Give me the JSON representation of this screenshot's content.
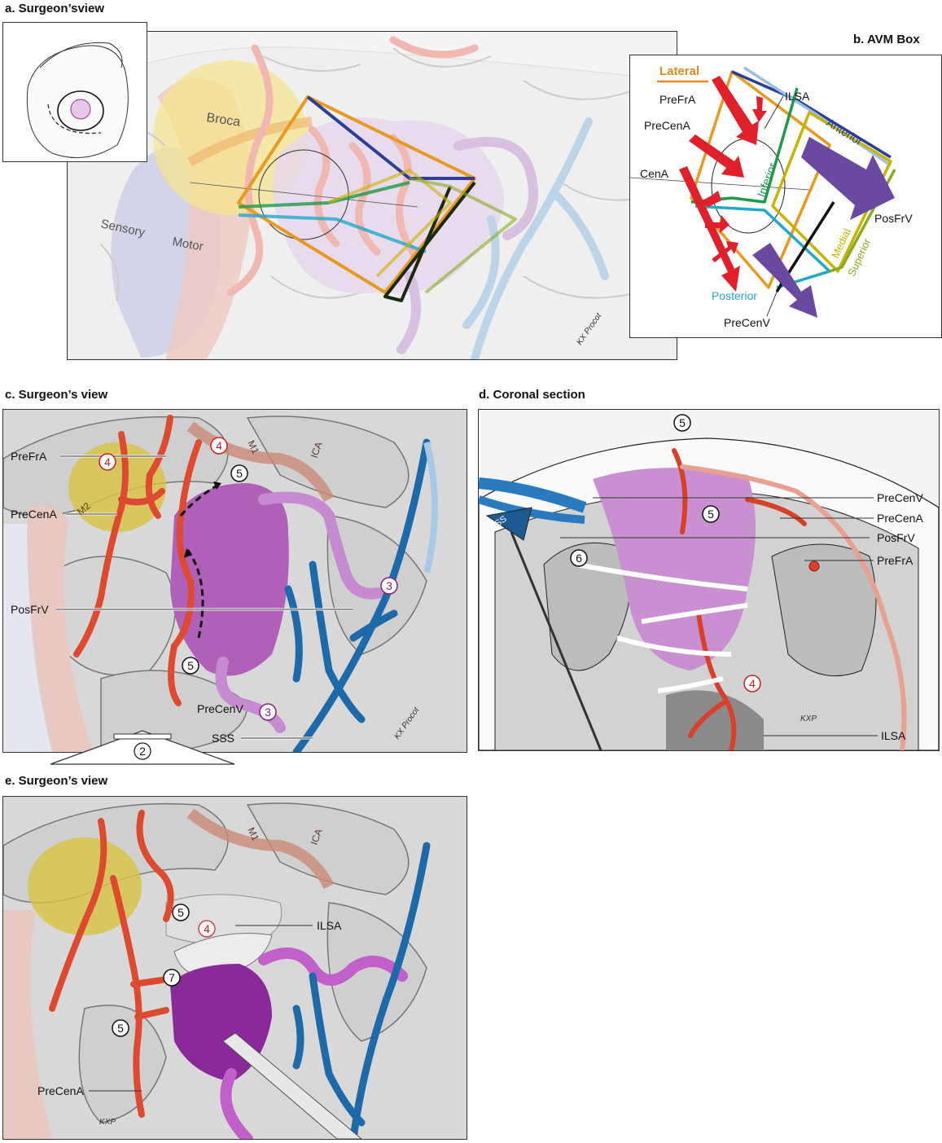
{
  "figure": {
    "panel_a": {
      "title": "a. Surgeon’sview",
      "labels": {
        "broca": "Broca",
        "motor": "Motor",
        "sensory": "Sensory"
      },
      "signature": "KX Procot"
    },
    "panel_b": {
      "title": "b. AVM Box",
      "faces": {
        "lateral": "Lateral",
        "anterior": "Anterior",
        "inferior": "Inferior",
        "medial": "Medial",
        "superior": "Superior",
        "posterior": "Posterior"
      },
      "vessels": {
        "prefra": "PreFrA",
        "precena": "PreCenA",
        "cena": "CenA",
        "ilsa": "ILSA",
        "posfrv": "PosFrV",
        "precenv": "PreCenV"
      },
      "colors": {
        "lateral": "#e8a020",
        "anterior": "#2a3f9a",
        "inferior": "#1e9a4a",
        "medial": "#c8b400",
        "superior": "#8aaa20",
        "posterior": "#20a8c8",
        "artery": "#e0202a",
        "vein": "#6a4aa0"
      }
    },
    "panel_c": {
      "title": "c. Surgeon’s view",
      "labels": {
        "prefra": "PreFrA",
        "precena": "PreCenA",
        "posfrv": "PosFrV",
        "precenv": "PreCenV",
        "sss": "SSS",
        "m1": "M1",
        "m2": "M2",
        "ica": "ICA"
      },
      "markers": [
        "4",
        "4",
        "5",
        "5",
        "3",
        "3",
        "2"
      ],
      "signature": "KX Procot"
    },
    "panel_d": {
      "title": "d. Coronal section",
      "labels": {
        "precenv": "PreCenV",
        "precena": "PreCenA",
        "posfrv": "PosFrV",
        "prefra": "PreFrA",
        "ilsa": "ILSA",
        "sss": "SSS"
      },
      "markers": [
        "5",
        "5",
        "6",
        "4"
      ],
      "signature": "KXP"
    },
    "panel_e": {
      "title": "e. Surgeon’s view",
      "labels": {
        "ilsa": "ILSA",
        "precena": "PreCenA",
        "m1": "M1",
        "ica": "ICA"
      },
      "markers": [
        "5",
        "4",
        "7",
        "5"
      ],
      "signature": "KXP"
    }
  }
}
